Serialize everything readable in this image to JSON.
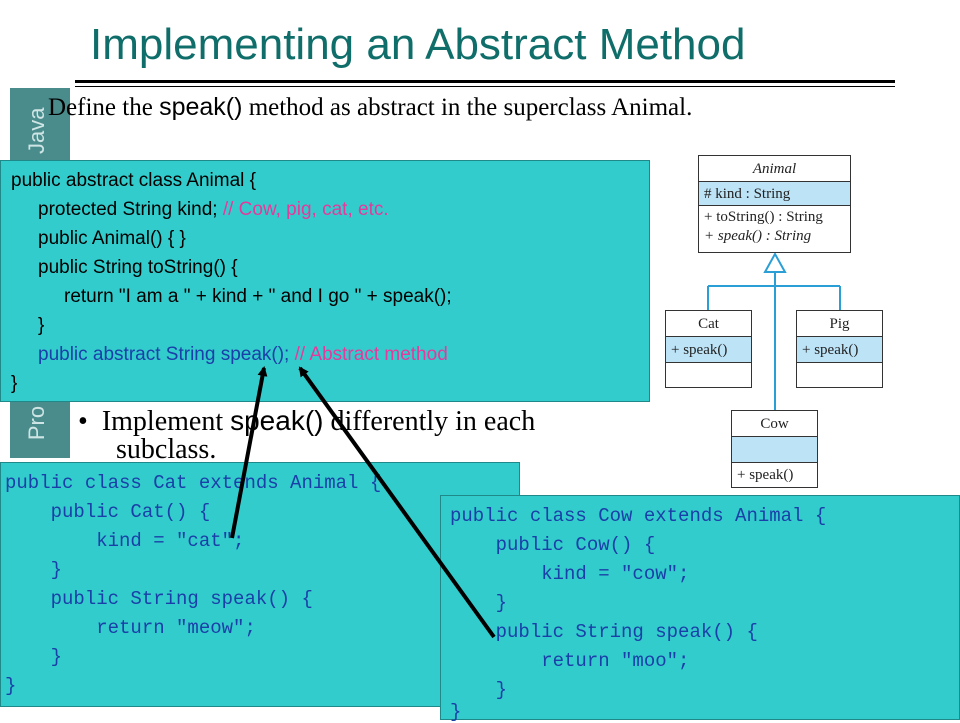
{
  "title": "Implementing an Abstract Method",
  "sidebar": {
    "text_top": "Java",
    "text_bottom": "Pro"
  },
  "subtitle": {
    "before": "Define the ",
    "method": "speak()",
    "after": " method as abstract in the superclass Animal."
  },
  "animal_code": {
    "line1": "public abstract class Animal {",
    "line2": "protected String kind;",
    "line2_comment": "// Cow, pig, cat, etc.",
    "line3": "public Animal()  {  }",
    "line4": "public String toString() {",
    "line5": "return \"I am a \" + kind + \" and I go \" + speak();",
    "line6": "}",
    "line7": "public abstract String speak();",
    "line7_comment": "// Abstract method",
    "line8": "}"
  },
  "bullet": {
    "symbol": "•",
    "before": "Implement ",
    "method": "speak()",
    "after": " differently in each",
    "line2": "subclass."
  },
  "cat_code": {
    "line1": "public class Cat extends Animal {",
    "line2": "    public Cat() {",
    "line3": "        kind = \"cat\";",
    "line4": "    }",
    "line5": "    public String speak() {",
    "line6": "        return \"meow\";",
    "line7": "    }",
    "line8": "}"
  },
  "cow_code": {
    "line1": "public class Cow extends Animal {",
    "line2": "    public Cow() {",
    "line3": "        kind = \"cow\";",
    "line4": "    }",
    "line5": "    public String speak() {",
    "line6": "        return \"moo\";",
    "line7": "    }",
    "line8": "}"
  },
  "uml": {
    "animal": {
      "name": "Animal",
      "attr": "# kind : String",
      "op1": "+ toString() : String",
      "op2": "+ speak() : String"
    },
    "cat": {
      "name": "Cat",
      "op": "+ speak()"
    },
    "pig": {
      "name": "Pig",
      "op": "+ speak()"
    },
    "cow": {
      "name": "Cow",
      "op": "+ speak()"
    }
  },
  "colors": {
    "title": "#0f6e6a",
    "code_bg": "#33cccc",
    "comment": "#e6399b",
    "keyword_blue": "#1a3fa8",
    "sidebar": "#4a8c8c",
    "uml_highlight": "#bde3f7",
    "uml_arrow": "#2a9fd6"
  }
}
